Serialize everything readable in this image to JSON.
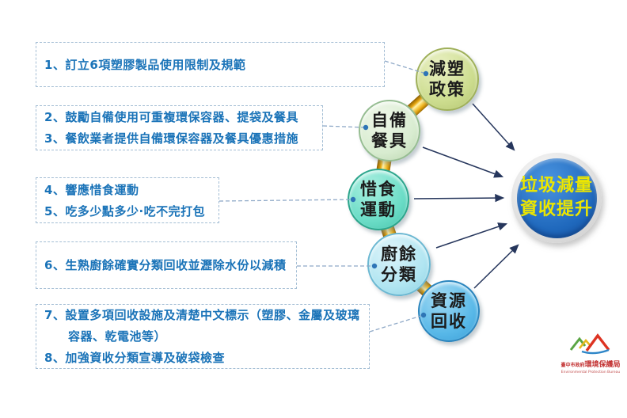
{
  "boxes": [
    {
      "lines": [
        "1、訂立6項塑膠製品使用限制及規範"
      ]
    },
    {
      "lines": [
        "2、鼓勵自備使用可重複環保容器、提袋及餐具",
        "3、餐飲業者提供自備環保容器及餐具優惠措施"
      ]
    },
    {
      "lines": [
        "4、響應惜食運動",
        "5、吃多少點多少·吃不完打包"
      ]
    },
    {
      "lines": [
        "6、生熟廚餘確實分類回收並瀝除水份以減積"
      ]
    },
    {
      "lines": [
        "7、設置多項回收設施及清楚中文標示（塑膠、金屬及玻璃",
        "容器、乾電池等）",
        "8、加強資收分類宣導及破袋檢查"
      ]
    }
  ],
  "circles": [
    {
      "label": "減塑政策",
      "lines": [
        "減塑",
        "政策"
      ],
      "colors": {
        "light": "#eaf1c4",
        "fill": "#ccdc8e",
        "dark": "#b2c36e",
        "border": "#9fb05a"
      }
    },
    {
      "label": "自備餐具",
      "lines": [
        "自備",
        "餐具"
      ],
      "colors": {
        "light": "#eff7e9",
        "fill": "#d8ecd0",
        "dark": "#b7d3ab",
        "border": "#96bd92"
      }
    },
    {
      "label": "惜食運動",
      "lines": [
        "惜食",
        "運動"
      ],
      "colors": {
        "light": "#a9efe0",
        "fill": "#6adcc6",
        "dark": "#44c1a8",
        "border": "#2da58c"
      }
    },
    {
      "label": "廚餘分類",
      "lines": [
        "廚餘",
        "分類"
      ],
      "colors": {
        "light": "#def4fa",
        "fill": "#b0e5f1",
        "dark": "#8dd1e3",
        "border": "#6cb8d2"
      }
    },
    {
      "label": "資源回收",
      "lines": [
        "資源",
        "回收"
      ],
      "colors": {
        "light": "#a0d9f2",
        "fill": "#58b8e8",
        "dark": "#3a9ed6",
        "border": "#2c85bd"
      }
    }
  ],
  "goal": {
    "label": "垃圾減量資收提升",
    "lines": [
      "垃圾減量",
      "資收提升"
    ],
    "colors": {
      "light": "#4a94e0",
      "fill": "#1f68bc",
      "dark": "#154f9c",
      "text": "#ece600",
      "ring": "#d7d7d7"
    }
  },
  "logo": {
    "title_small": "臺中市政府",
    "title_large": "環境保護局",
    "subtitle": "Environmental Protection Bureau"
  },
  "palette": {
    "box_border": "#a3bdd4",
    "box_text": "#1a73b8",
    "dashed_connector": "#8fa9c7",
    "connector_dot": "#2e75b6",
    "arrow": "#26365c",
    "chain_gold": "#f2b705",
    "background": "#ffffff"
  }
}
